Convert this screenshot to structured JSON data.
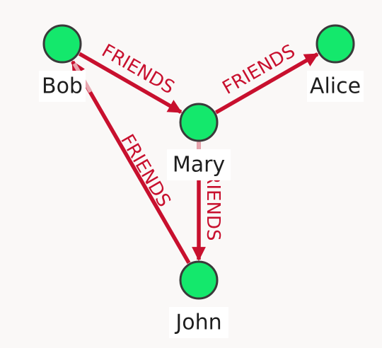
{
  "graph": {
    "nodes": [
      {
        "id": "bob",
        "label": "Bob"
      },
      {
        "id": "mary",
        "label": "Mary"
      },
      {
        "id": "alice",
        "label": "Alice"
      },
      {
        "id": "john",
        "label": "John"
      }
    ],
    "edges": [
      {
        "from": "bob",
        "to": "mary",
        "label": "FRIENDS"
      },
      {
        "from": "mary",
        "to": "alice",
        "label": "FRIENDS"
      },
      {
        "from": "mary",
        "to": "john",
        "label": "FRIENDS"
      },
      {
        "from": "john",
        "to": "bob",
        "label": "FRIENDS"
      }
    ],
    "colors": {
      "node_fill": "#14e86c",
      "node_stroke": "#3a3a3a",
      "edge": "#c8102e",
      "edge_faded": "#e8a5ae",
      "label_bg": "#ffffff",
      "background": "#faf8f7"
    }
  }
}
